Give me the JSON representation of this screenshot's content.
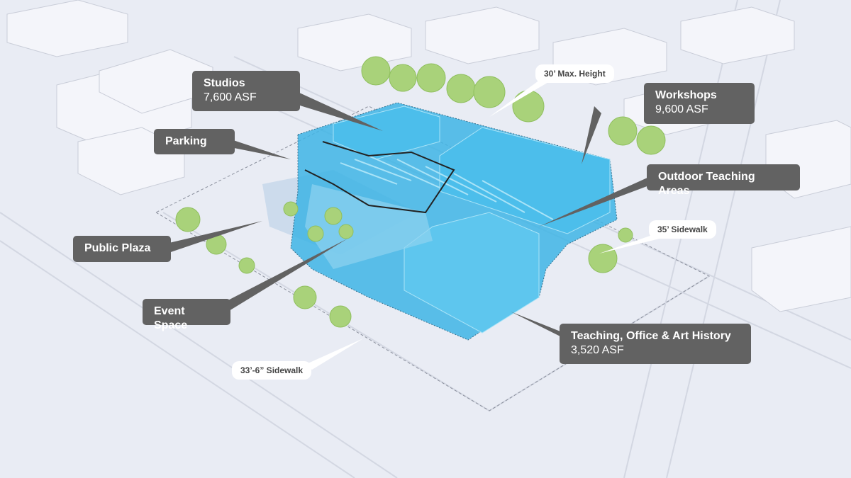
{
  "colors": {
    "building": "#3fb5e6",
    "building_dark": "#1f9fd6",
    "label_bg": "#626262",
    "tree": "#a9d27a",
    "ground": "#e9ecf4"
  },
  "labels": {
    "studios": {
      "title": "Studios",
      "sub": "7,600 ASF"
    },
    "parking": {
      "title": "Parking"
    },
    "public_plaza": {
      "title": "Public Plaza"
    },
    "event_space": {
      "title": "Event Space"
    },
    "workshops": {
      "title": "Workshops",
      "sub": "9,600 ASF"
    },
    "outdoor_teaching": {
      "title": "Outdoor Teaching Areas"
    },
    "teaching": {
      "title": "Teaching, Office & Art History",
      "sub": "3,520 ASF"
    }
  },
  "callouts": {
    "max_height": "30’ Max. Height",
    "sidewalk_35": "35’ Sidewalk",
    "sidewalk_33": "33’-6” Sidewalk"
  }
}
